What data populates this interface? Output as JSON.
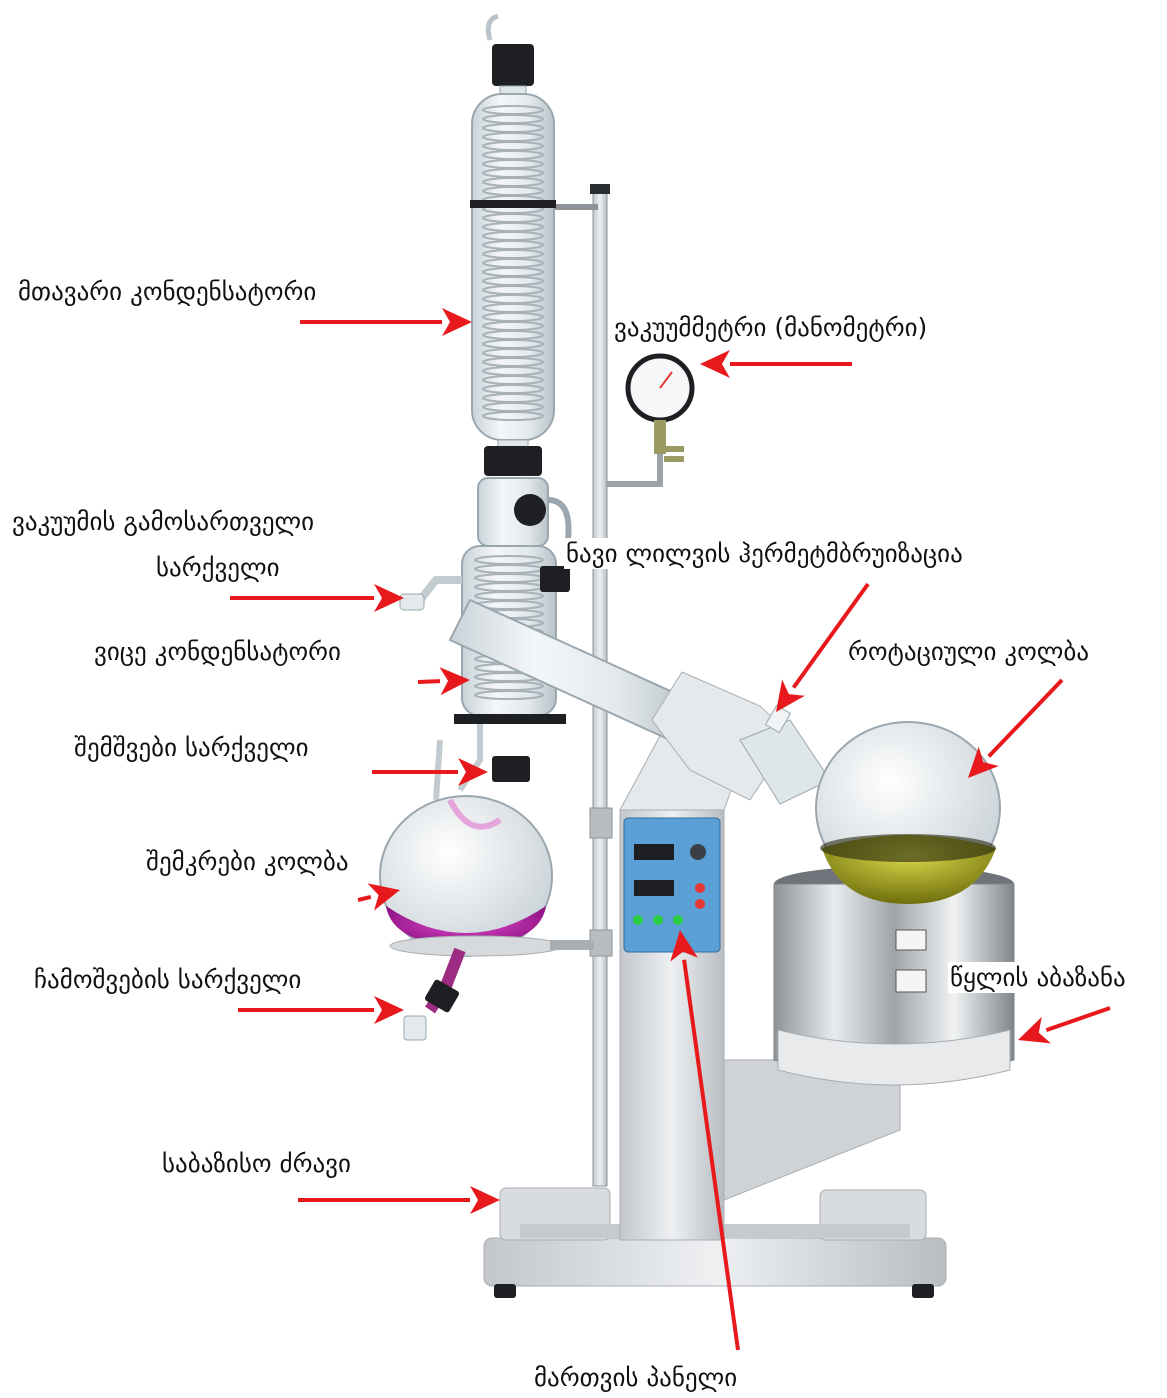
{
  "colors": {
    "arrow": "#e8191c",
    "glass": "#dfe6ea",
    "glass_edge": "#9aa7ae",
    "metal": "#d9dcdf",
    "metal_dark": "#a9aeb3",
    "panel": "#5aa0d6",
    "purple_liquid": "#b0199f",
    "yellow_liquid": "#b3b21a",
    "black": "#1d1f22"
  },
  "labels": {
    "main_condenser": "მთავარი კონდენსატორი",
    "vacuum_gauge": "ვაკუუმმეტრი (მანომეტრი)",
    "vacuum_release_valve_1": "ვაკუუმის გამოსართველი",
    "vacuum_release_valve_2": "სარქველი",
    "shaft_seal": "ნავი ლილვის ჰერმეტმბრუიზაცია",
    "secondary_condenser": "ვიცე კონდენსატორი",
    "rotary_flask": "როტაციული კოლბა",
    "inlet_valve": "შემშვები სარქველი",
    "receiving_flask": "შემკრები კოლბა",
    "discharge_valve": "ჩამოშვების სარქველი",
    "water_bath": "წყლის აბაზანა",
    "base_drive": "საბაზისო ძრავი",
    "control_panel": "მართვის პანელი"
  },
  "icons": {
    "arrow": "red-arrow-icon",
    "gauge": "pressure-gauge-icon"
  }
}
